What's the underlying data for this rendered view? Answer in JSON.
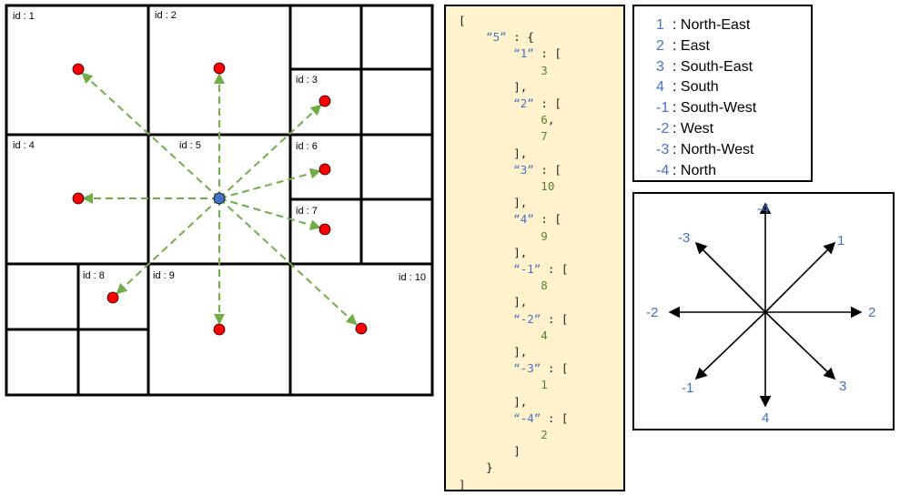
{
  "grid": {
    "cells": [
      "id : 1",
      "id : 2",
      "id : 3",
      "id : 4",
      "id : 5",
      "id : 6",
      "id : 7",
      "id : 8",
      "id : 9",
      "id : 10"
    ]
  },
  "json_lines": [
    {
      "t": "[",
      "c": ""
    },
    {
      "t": "    “5”",
      "c": "k",
      "r": " : {"
    },
    {
      "t": "        “1”",
      "c": "k",
      "r": " : ["
    },
    {
      "t": "            3",
      "c": "n"
    },
    {
      "t": "        ],",
      "c": ""
    },
    {
      "t": "        “2”",
      "c": "k",
      "r": " : ["
    },
    {
      "t": "            6",
      "c": "n",
      "r": ","
    },
    {
      "t": "            7",
      "c": "n"
    },
    {
      "t": "        ],",
      "c": ""
    },
    {
      "t": "        “3”",
      "c": "k",
      "r": " : ["
    },
    {
      "t": "            10",
      "c": "n"
    },
    {
      "t": "        ],",
      "c": ""
    },
    {
      "t": "        “4”",
      "c": "k",
      "r": " : ["
    },
    {
      "t": "            9",
      "c": "n"
    },
    {
      "t": "        ],",
      "c": ""
    },
    {
      "t": "        “-1”",
      "c": "k",
      "r": " : ["
    },
    {
      "t": "            8",
      "c": "n"
    },
    {
      "t": "        ],",
      "c": ""
    },
    {
      "t": "        “-2”",
      "c": "k",
      "r": " : ["
    },
    {
      "t": "            4",
      "c": "n"
    },
    {
      "t": "        ],",
      "c": ""
    },
    {
      "t": "        “-3”",
      "c": "k",
      "r": " : ["
    },
    {
      "t": "            1",
      "c": "n"
    },
    {
      "t": "        ],",
      "c": ""
    },
    {
      "t": "        “-4”",
      "c": "k",
      "r": " : ["
    },
    {
      "t": "            2",
      "c": "n"
    },
    {
      "t": "        ]",
      "c": ""
    },
    {
      "t": "    }",
      "c": ""
    },
    {
      "t": "]",
      "c": ""
    }
  ],
  "legend": [
    {
      "code": "1",
      "name": ": North-East"
    },
    {
      "code": "2",
      "name": ": East"
    },
    {
      "code": "3",
      "name": ": South-East"
    },
    {
      "code": "4",
      "name": ": South"
    },
    {
      "code": "-1",
      "name": ": South-West"
    },
    {
      "code": "-2",
      "name": ": West"
    },
    {
      "code": "-3",
      "name": ": North-West"
    },
    {
      "code": "-4",
      "name": ": North"
    }
  ],
  "compass": {
    "n": "-4",
    "ne": "1",
    "e": "2",
    "se": "3",
    "s": "4",
    "sw": "-1",
    "w": "-2",
    "nw": "-3"
  },
  "colors": {
    "arrow": "#70ad47",
    "target": "#ff0000",
    "source": "#4472c4",
    "json_bg": "#fff2cc"
  }
}
